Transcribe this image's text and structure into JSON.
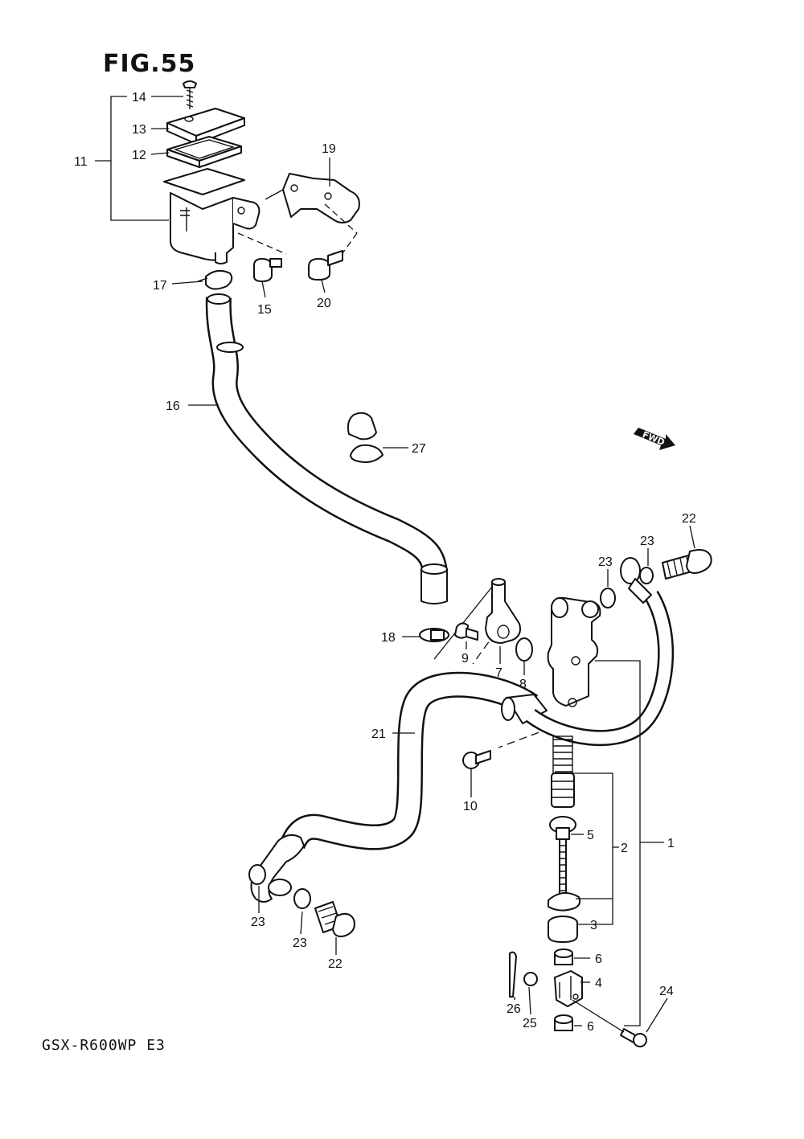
{
  "figure": {
    "title": "FIG.55",
    "model_code": "GSX-R600WP E3"
  },
  "direction_marker": {
    "label": "FWD"
  },
  "callouts": {
    "c1": "1",
    "c2": "2",
    "c3": "3",
    "c4": "4",
    "c5": "5",
    "c6a": "6",
    "c6b": "6",
    "c7": "7",
    "c8": "8",
    "c9": "9",
    "c10": "10",
    "c11": "11",
    "c12": "12",
    "c13": "13",
    "c14": "14",
    "c15": "15",
    "c16": "16",
    "c17": "17",
    "c18": "18",
    "c19": "19",
    "c20": "20",
    "c21": "21",
    "c22a": "22",
    "c22b": "22",
    "c23a": "23",
    "c23b": "23",
    "c23c": "23",
    "c23d": "23",
    "c24": "24",
    "c25": "25",
    "c26": "26",
    "c27": "27"
  }
}
